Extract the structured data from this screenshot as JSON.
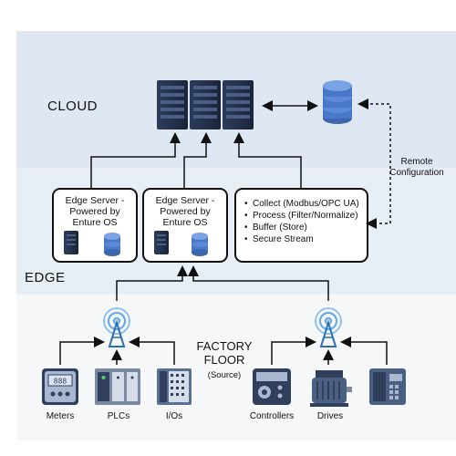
{
  "zones": {
    "cloud": "CLOUD",
    "edge": "EDGE",
    "floor_title": "FACTORY\nFLOOR",
    "floor_sub": "(Source)"
  },
  "edge_servers": [
    {
      "title": "Edge Server -\nPowered by\nEnture OS"
    },
    {
      "title": "Edge Server -\nPowered by\nEnture OS"
    }
  ],
  "process_steps": [
    "Collect (Modbus/OPC UA)",
    "Process (Filter/Normalize)",
    "Buffer (Store)",
    "Secure Stream"
  ],
  "remote_config": "Remote\nConfiguration",
  "devices": [
    {
      "label": "Meters",
      "icon": "meter-icon"
    },
    {
      "label": "PLCs",
      "icon": "plc-icon"
    },
    {
      "label": "I/Os",
      "icon": "io-module-icon"
    },
    {
      "label": "Controllers",
      "icon": "controller-icon"
    },
    {
      "label": "Drives",
      "icon": "motor-drive-icon"
    },
    {
      "label": "",
      "icon": "hmi-panel-icon"
    }
  ],
  "colors": {
    "server_dark": "#1f2d44",
    "server_mid": "#34476a",
    "db_blue": "#4a78c8",
    "cloud_bg": "#dfe7f2",
    "edge_bg": "#e8eef6",
    "antenna_blue": "#3d8fd6"
  }
}
